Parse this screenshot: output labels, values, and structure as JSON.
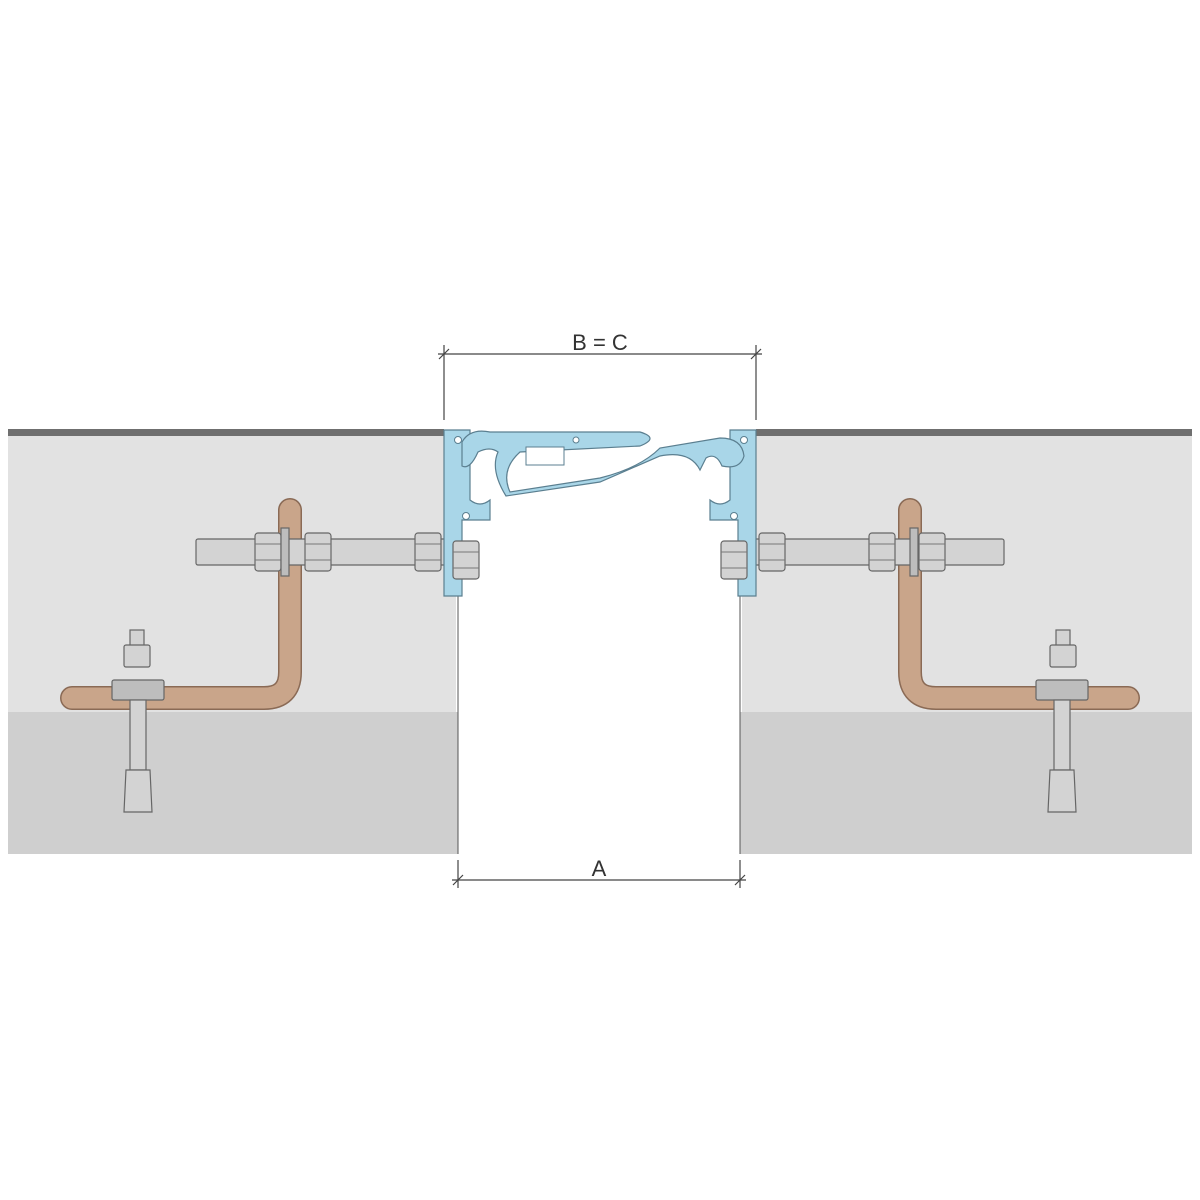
{
  "diagram": {
    "labels": {
      "top_dimension": "B = C",
      "bottom_dimension": "A"
    },
    "colors": {
      "screed": "#e2e2e2",
      "slab": "#cfcfcf",
      "profile": "#a9d6e8",
      "anchor_bar": "#c9a58a",
      "steel": "#d3d3d3",
      "surface_line": "#6f6f6f"
    },
    "components": [
      "floor-screed",
      "concrete-slab",
      "aluminium-joint-profile",
      "threaded-rod",
      "hex-nut",
      "l-shaped-anchor-bar",
      "expansion-anchor-bolt"
    ]
  }
}
